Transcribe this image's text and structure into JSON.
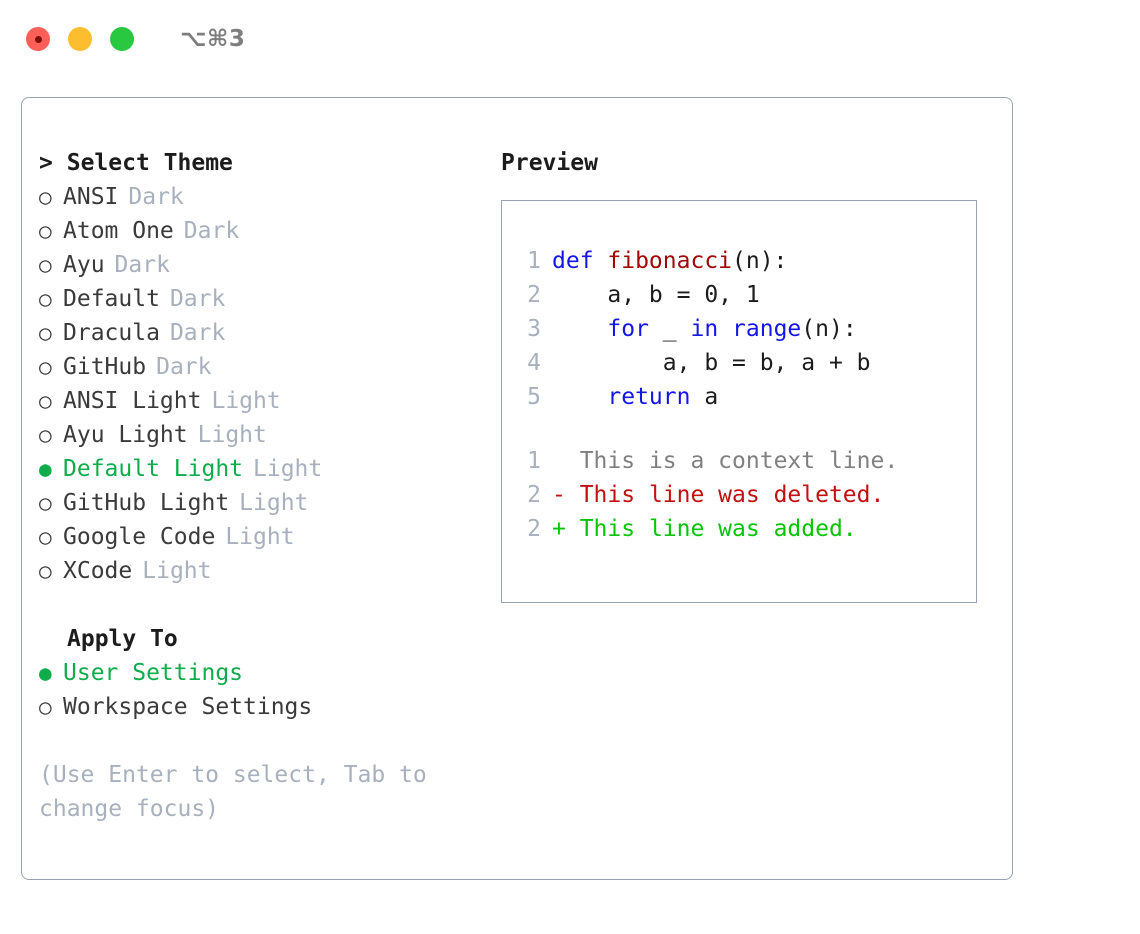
{
  "window": {
    "title": "⌥⌘3",
    "traffic_lights": [
      "close",
      "minimize",
      "zoom"
    ],
    "border_color": "#97a2b3"
  },
  "colors": {
    "accent_green": "#0cad4a",
    "muted": "#a8b0bd",
    "keyword_blue": "#1515e8",
    "function_red": "#a00808",
    "diff_add_green": "#07c407",
    "diff_del_red": "#c21010",
    "context_grey": "#808080"
  },
  "theme_panel": {
    "header": "Select Theme",
    "caret": ">",
    "bullet_selected": "●",
    "bullet_unselected": "○",
    "items": [
      {
        "label": "ANSI",
        "tag": "Dark",
        "selected": false
      },
      {
        "label": "Atom One",
        "tag": "Dark",
        "selected": false
      },
      {
        "label": "Ayu",
        "tag": "Dark",
        "selected": false
      },
      {
        "label": "Default",
        "tag": "Dark",
        "selected": false
      },
      {
        "label": "Dracula",
        "tag": "Dark",
        "selected": false
      },
      {
        "label": "GitHub",
        "tag": "Dark",
        "selected": false
      },
      {
        "label": "ANSI Light",
        "tag": "Light",
        "selected": false
      },
      {
        "label": "Ayu Light",
        "tag": "Light",
        "selected": false
      },
      {
        "label": "Default Light",
        "tag": "Light",
        "selected": true
      },
      {
        "label": "GitHub Light",
        "tag": "Light",
        "selected": false
      },
      {
        "label": "Google Code",
        "tag": "Light",
        "selected": false
      },
      {
        "label": "XCode",
        "tag": "Light",
        "selected": false
      }
    ]
  },
  "apply_to": {
    "header": "Apply To",
    "items": [
      {
        "label": "User Settings",
        "selected": true
      },
      {
        "label": "Workspace Settings",
        "selected": false
      }
    ]
  },
  "hint": "(Use Enter to select, Tab to change focus)",
  "preview": {
    "title": "Preview",
    "code_lines": [
      {
        "no": "1",
        "tokens": [
          {
            "t": "def ",
            "c": "kw"
          },
          {
            "t": "fibonacci",
            "c": "fn"
          },
          {
            "t": "(n):",
            "c": "plain"
          }
        ]
      },
      {
        "no": "2",
        "tokens": [
          {
            "t": "    a, b = 0, 1",
            "c": "plain"
          }
        ]
      },
      {
        "no": "3",
        "tokens": [
          {
            "t": "    ",
            "c": "plain"
          },
          {
            "t": "for",
            "c": "kw"
          },
          {
            "t": " _ ",
            "c": "plain"
          },
          {
            "t": "in",
            "c": "kw"
          },
          {
            "t": " ",
            "c": "plain"
          },
          {
            "t": "range",
            "c": "kw"
          },
          {
            "t": "(n):",
            "c": "plain"
          }
        ]
      },
      {
        "no": "4",
        "tokens": [
          {
            "t": "        a, b = b, a + b",
            "c": "plain"
          }
        ]
      },
      {
        "no": "5",
        "tokens": [
          {
            "t": "    ",
            "c": "plain"
          },
          {
            "t": "return",
            "c": "kw"
          },
          {
            "t": " a",
            "c": "plain"
          }
        ]
      }
    ],
    "diff_lines": [
      {
        "no": "1",
        "marker": " ",
        "text": " This is a context line.",
        "kind": "ctx"
      },
      {
        "no": "2",
        "marker": "-",
        "text": " This line was deleted.",
        "kind": "del"
      },
      {
        "no": "2",
        "marker": "+",
        "text": " This line was added.",
        "kind": "add"
      }
    ]
  }
}
